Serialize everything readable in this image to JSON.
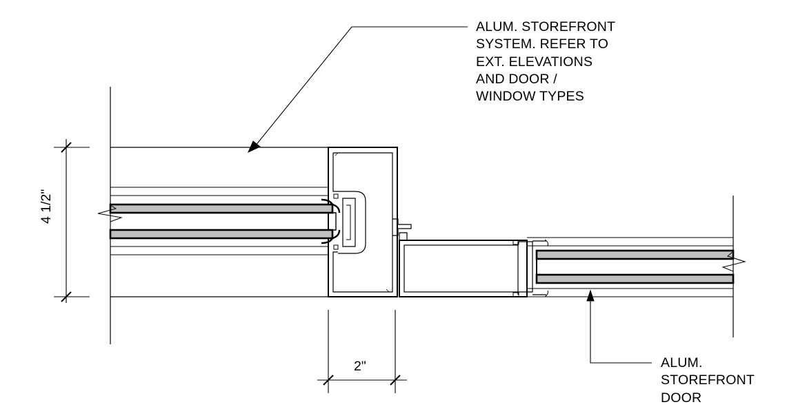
{
  "callouts": {
    "storefront_system": {
      "lines": [
        "ALUM. STOREFRONT",
        "SYSTEM. REFER TO",
        "EXT. ELEVATIONS",
        "AND DOOR /",
        "WINDOW TYPES"
      ]
    },
    "storefront_door": {
      "lines": [
        "ALUM.",
        "STOREFRONT",
        "DOOR"
      ]
    }
  },
  "dimensions": {
    "frame_depth": "4 1/2\"",
    "frame_width": "2\""
  },
  "colors": {
    "line": "#000000",
    "glass": "#bfbfbf",
    "background": "#ffffff"
  }
}
